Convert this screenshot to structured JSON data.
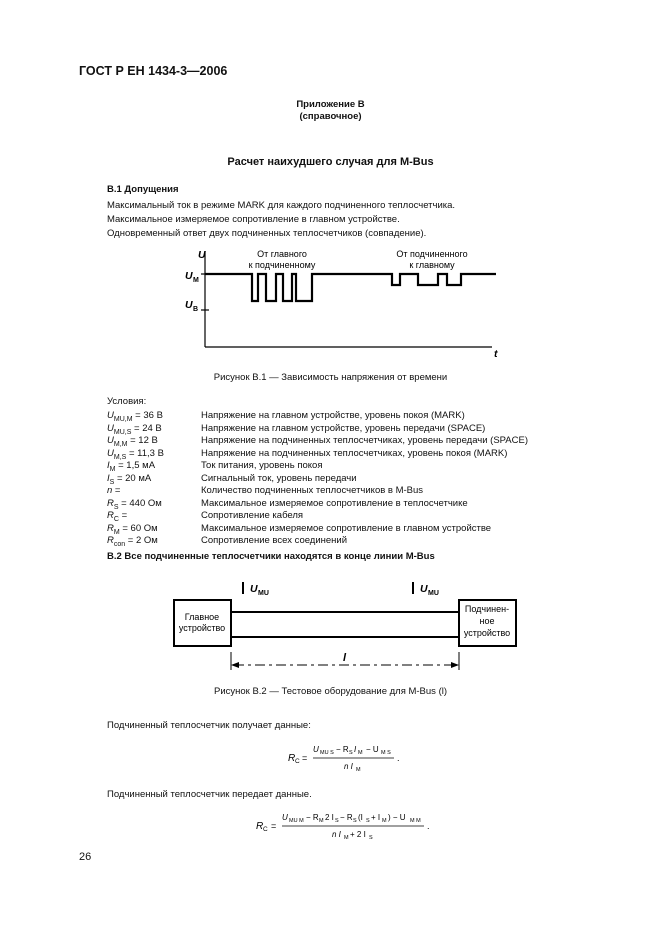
{
  "header": {
    "title": "ГОСТ Р ЕН 1434-3—2006"
  },
  "annex": {
    "title": "Приложение В",
    "subtitle": "(справочное)"
  },
  "main_title": "Расчет наихудшего случая для M-Bus",
  "b1": {
    "heading": "В.1  Допущения",
    "lines": [
      "Максимальный ток в режиме MARK для каждого подчиненного теплосчетчика.",
      "Максимальное измеряемое сопротивление в главном устройстве.",
      "Одновременный ответ двух подчиненных теплосчетчиков (совпадение)."
    ]
  },
  "figure1": {
    "y_axis": "U",
    "x_axis": "t",
    "level_high": "U",
    "level_high_sub": "M",
    "level_low": "U",
    "level_low_sub": "B",
    "label_left_1": "От главного",
    "label_left_2": "к подчиненному",
    "label_right_1": "От подчиненного",
    "label_right_2": "к главному",
    "caption": "Рисунок В.1 — Зависимость напряжения от времени"
  },
  "conditions": {
    "title": "Условия:",
    "rows": [
      {
        "sym": "U",
        "sub": "MU,M",
        "val": "= 36 В",
        "desc": "Напряжение на главном устройстве, уровень покоя (MARK)"
      },
      {
        "sym": "U",
        "sub": "MU,S",
        "val": "= 24 В",
        "desc": "Напряжение на главном устройстве, уровень передачи (SPACE)"
      },
      {
        "sym": "U",
        "sub": "M,M",
        "val": "= 12 В",
        "desc": "Напряжение на подчиненных теплосчетчиках, уровень передачи (SPACE)"
      },
      {
        "sym": "U",
        "sub": "M,S",
        "val": "= 11,3 В",
        "desc": "Напряжение на подчиненных теплосчетчиках, уровень покоя (MARK)"
      },
      {
        "sym": "I",
        "sub": "M",
        "val": "= 1,5 мА",
        "desc": "Ток питания, уровень покоя"
      },
      {
        "sym": "I",
        "sub": "S",
        "val": "= 20 мА",
        "desc": "Сигнальный ток, уровень передачи"
      },
      {
        "sym": "n",
        "sub": "",
        "val": "=",
        "desc": "Количество подчиненных теплосчетчиков в M-Bus"
      },
      {
        "sym": "R",
        "sub": "S",
        "val": "= 440 Ом",
        "desc": "Максимальное измеряемое сопротивление в теплосчетчике"
      },
      {
        "sym": "R",
        "sub": "C",
        "val": "=",
        "desc": "Сопротивление кабеля"
      },
      {
        "sym": "R",
        "sub": "M",
        "val": "= 60 Ом",
        "desc": "Максимальное измеряемое сопротивление в главном устройстве"
      },
      {
        "sym": "R",
        "sub": "con",
        "val": "= 2 Ом",
        "desc": "Сопротивление всех соединений"
      }
    ]
  },
  "b2": {
    "heading": "В.2 Все подчиненные теплосчетчики находятся в конце линии M-Bus"
  },
  "figure2": {
    "left_box_1": "Главное",
    "left_box_2": "устройство",
    "right_box_1": "Подчинен-",
    "right_box_2": "ное",
    "right_box_3": "устройство",
    "u_label": "U",
    "u_sub": "MU",
    "length": "l",
    "caption": "Рисунок В.2 — Тестовое оборудование для M-Bus (l)"
  },
  "text_receive": "Подчиненный теплосчетчик получает данные:",
  "text_send": "Подчиненный теплосчетчик передает данные.",
  "formula1": {
    "lhs": "R",
    "lhs_sub": "C",
    "numerator": "U_MU S − R_S I_M − U_M S",
    "denominator": "n I_M"
  },
  "formula2": {
    "lhs": "R",
    "lhs_sub": "C",
    "numerator": "U_MU M − R_M 2 I_S − R_S (I_S + I_M) − U_M M",
    "denominator": "n I_M + 2 I_S"
  },
  "page_number": "26"
}
